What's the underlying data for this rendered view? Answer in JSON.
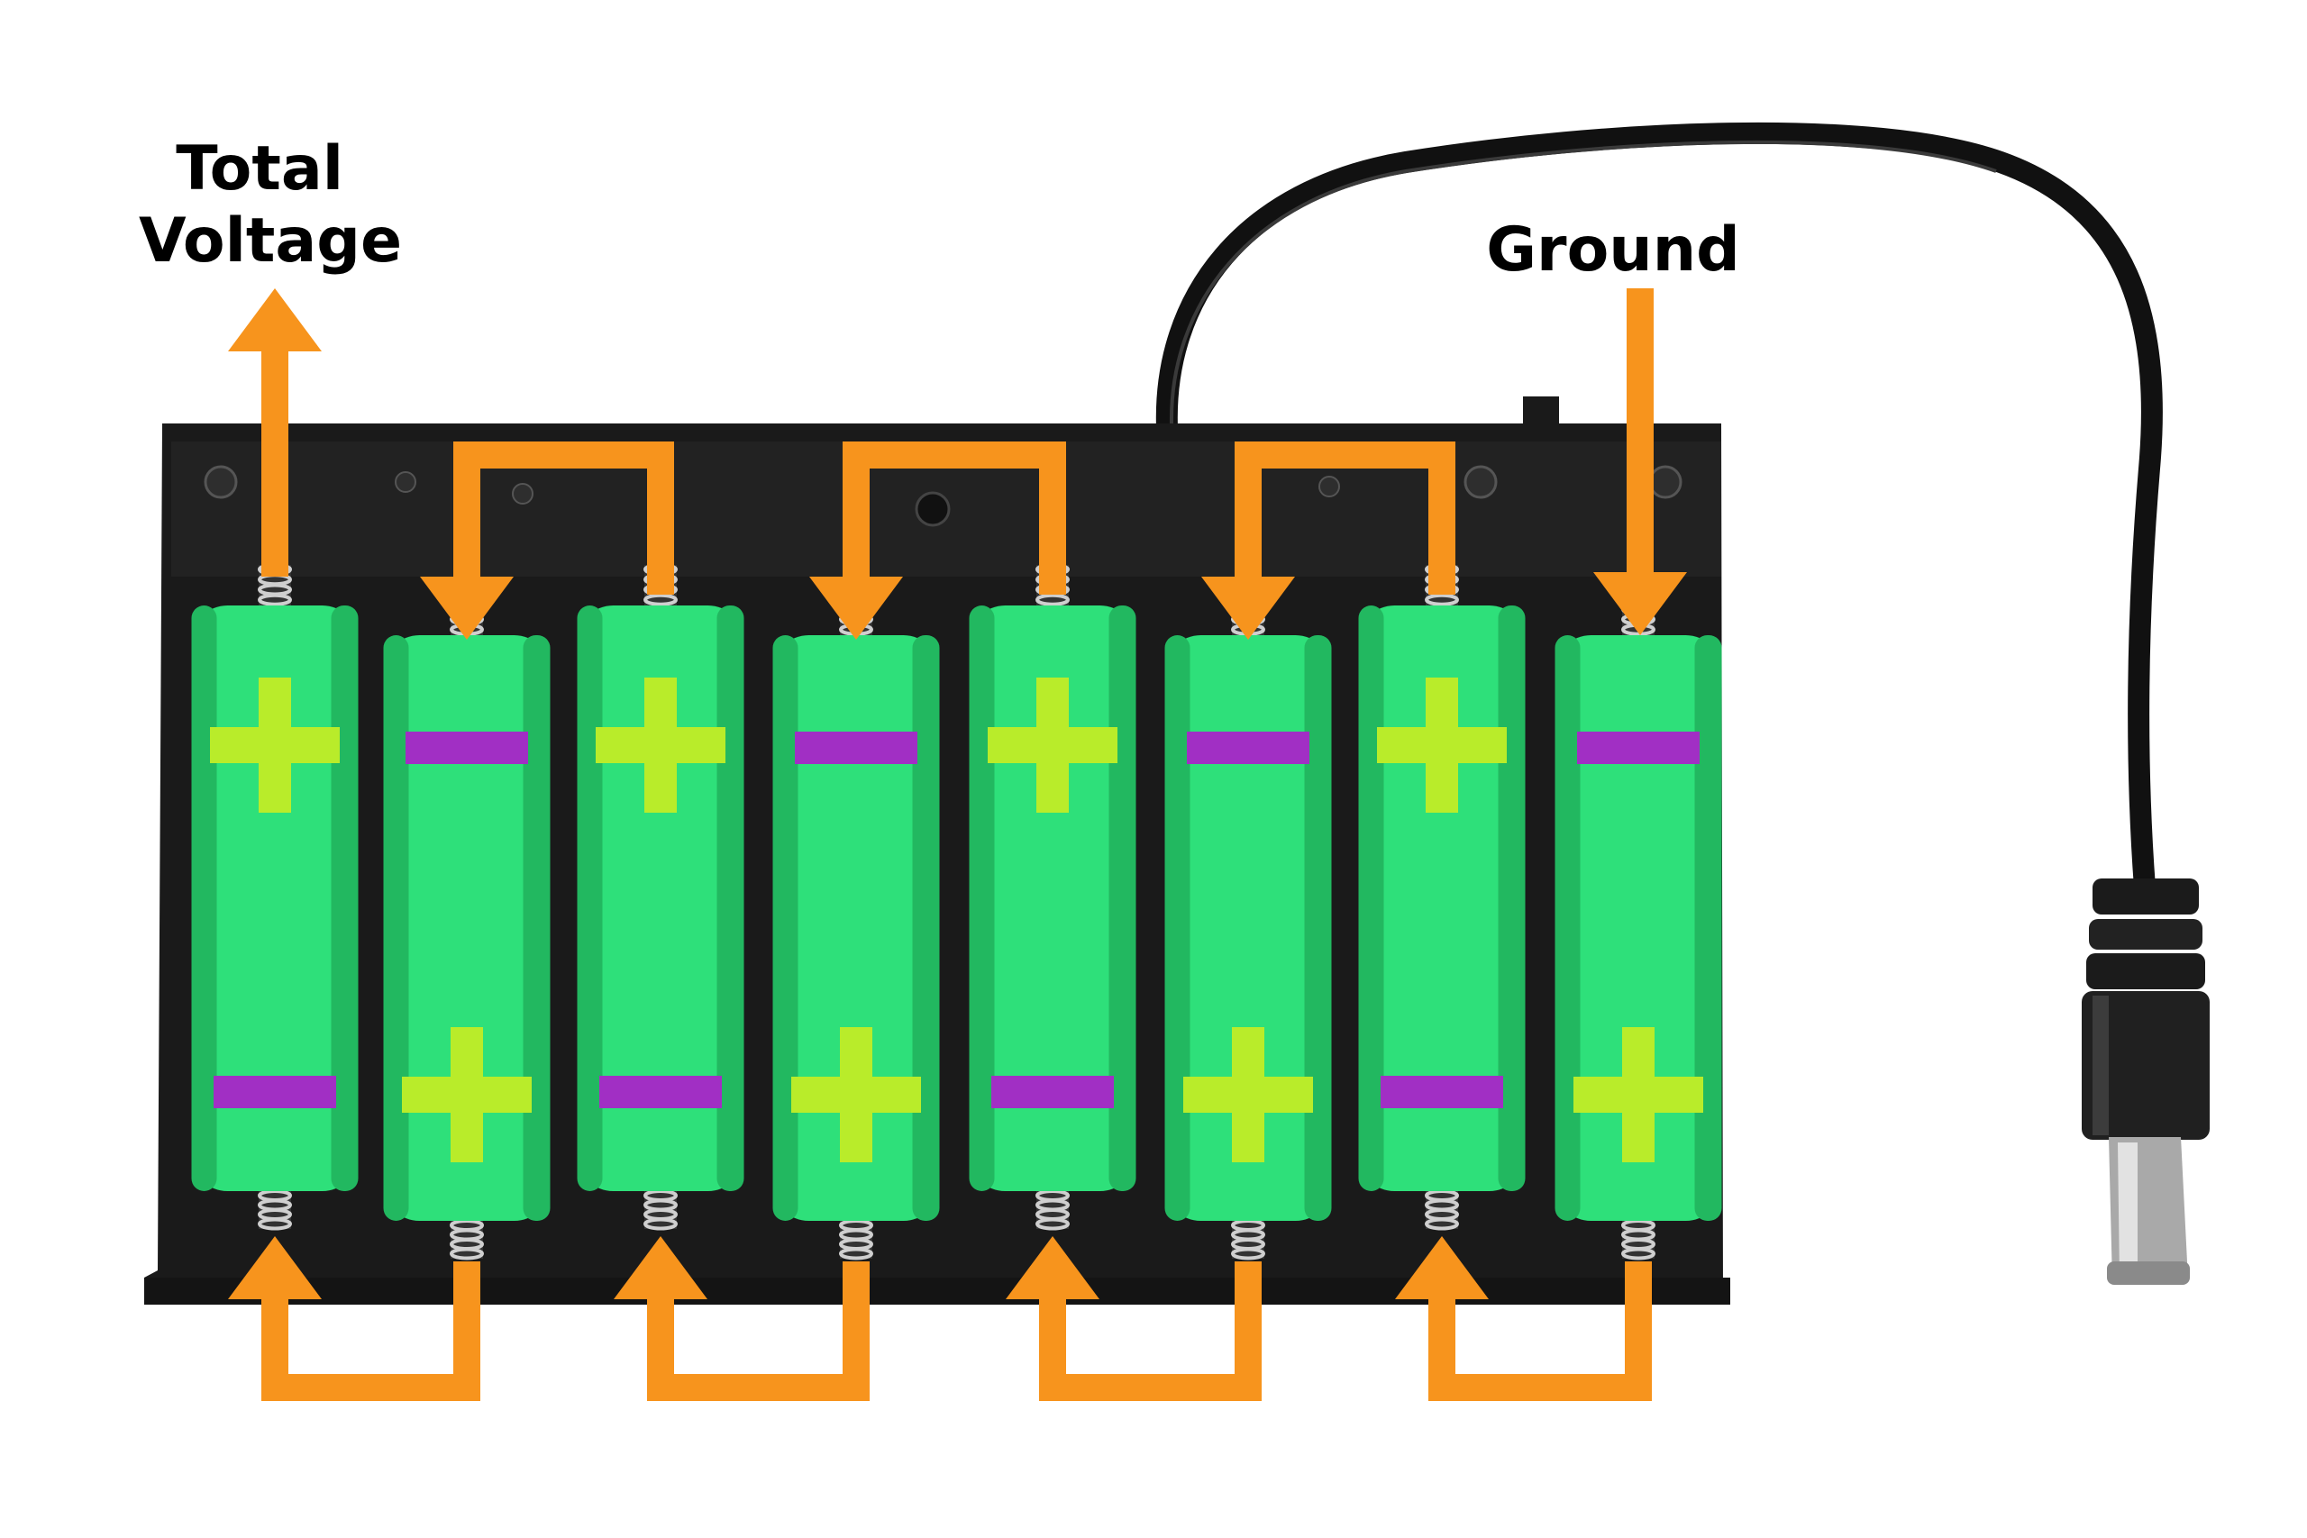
{
  "labels": {
    "total_voltage": [
      "Total",
      "Voltage"
    ],
    "ground": "Ground"
  },
  "colors": {
    "background": "#ffffff",
    "case": "#1a1a1a",
    "battery_green": "#2ee07a",
    "battery_shade": "#22b860",
    "plus_sign": "#b9ec2a",
    "minus_sign": "#a12fc4",
    "arrow_orange": "#f7941d",
    "cable": "#111111",
    "plug_tip": "#b8b8b8"
  },
  "batteries": [
    {
      "top": "plus",
      "bottom": "minus"
    },
    {
      "top": "minus",
      "bottom": "plus"
    },
    {
      "top": "plus",
      "bottom": "minus"
    },
    {
      "top": "minus",
      "bottom": "plus"
    },
    {
      "top": "plus",
      "bottom": "minus"
    },
    {
      "top": "minus",
      "bottom": "plus"
    },
    {
      "top": "plus",
      "bottom": "minus"
    },
    {
      "top": "minus",
      "bottom": "plus"
    }
  ],
  "icons": {
    "plus": "plus-sign-icon",
    "minus": "minus-sign-icon",
    "arrow": "arrow-icon",
    "spring": "spring-contact-icon",
    "screw": "screw-icon",
    "plug": "dc-plug-icon"
  }
}
